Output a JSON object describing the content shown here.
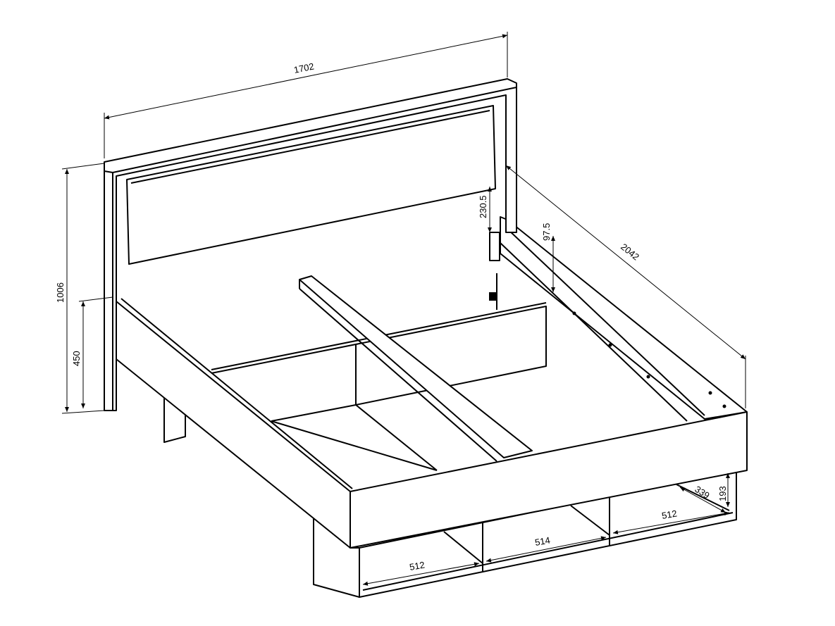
{
  "dimensions": {
    "headboard_width": "1702",
    "total_height": "1006",
    "frame_height": "450",
    "hinge_offset": "230.5",
    "rail_offset": "97.5",
    "total_length": "2042",
    "drawer_height": "193",
    "drawer_depth": "339",
    "drawer_left_width": "512",
    "drawer_middle_width": "514",
    "drawer_right_width": "512"
  },
  "colors": {
    "line": "#000000",
    "background": "#ffffff"
  }
}
